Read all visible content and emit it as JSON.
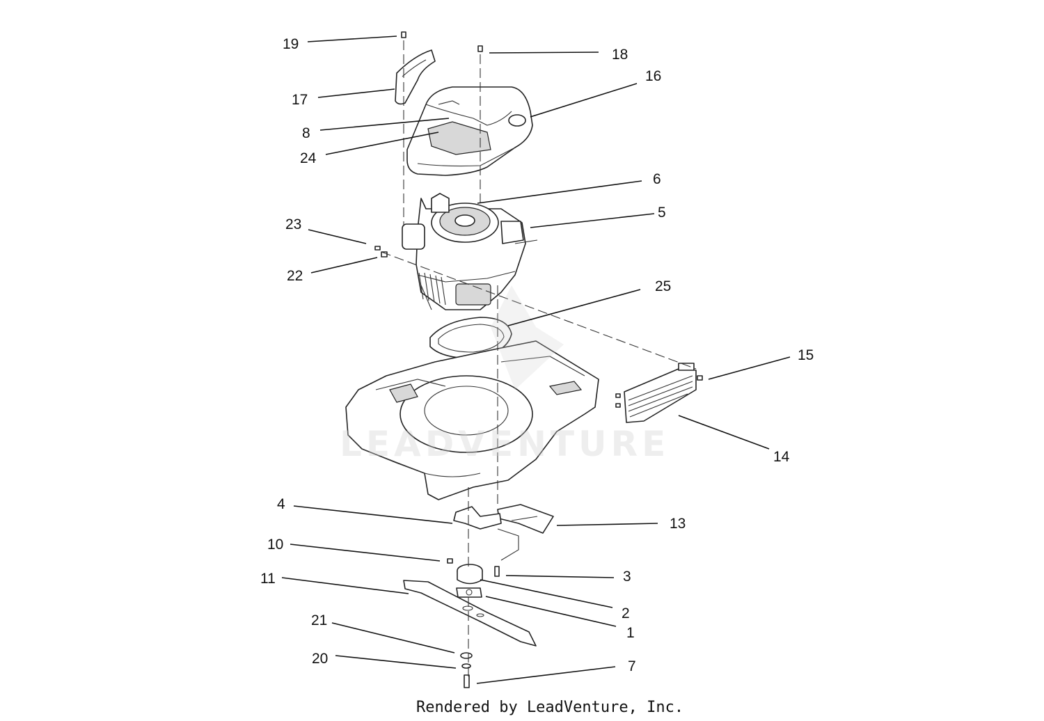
{
  "callouts": {
    "c1": "1",
    "c2": "2",
    "c3": "3",
    "c4": "4",
    "c5": "5",
    "c6": "6",
    "c7": "7",
    "c8": "8",
    "c10": "10",
    "c11": "11",
    "c13": "13",
    "c14": "14",
    "c15": "15",
    "c16": "16",
    "c17": "17",
    "c18": "18",
    "c19": "19",
    "c20": "20",
    "c21": "21",
    "c22": "22",
    "c23": "23",
    "c24": "24",
    "c25": "25"
  },
  "watermark": "LEADVENTURE",
  "footer": "Rendered by LeadVenture, Inc."
}
